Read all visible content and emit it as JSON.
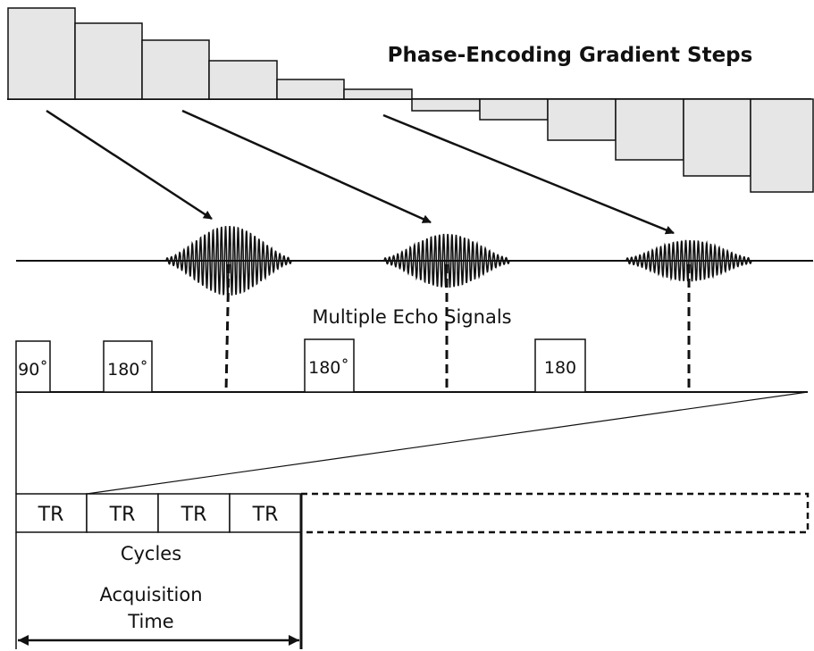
{
  "title": "Phase-Encoding Gradient Steps",
  "echo_label": "Multiple Echo Signals",
  "pulses": [
    "90˚",
    "180˚",
    "180˚",
    "180"
  ],
  "tr_labels": [
    "TR",
    "TR",
    "TR",
    "TR"
  ],
  "cycles_label": "Cycles",
  "acquisition_label_line1": "Acquisition",
  "acquisition_label_line2": "Time",
  "colors": {
    "bar_fill": "#e6e6e6",
    "stroke": "#111111"
  }
}
